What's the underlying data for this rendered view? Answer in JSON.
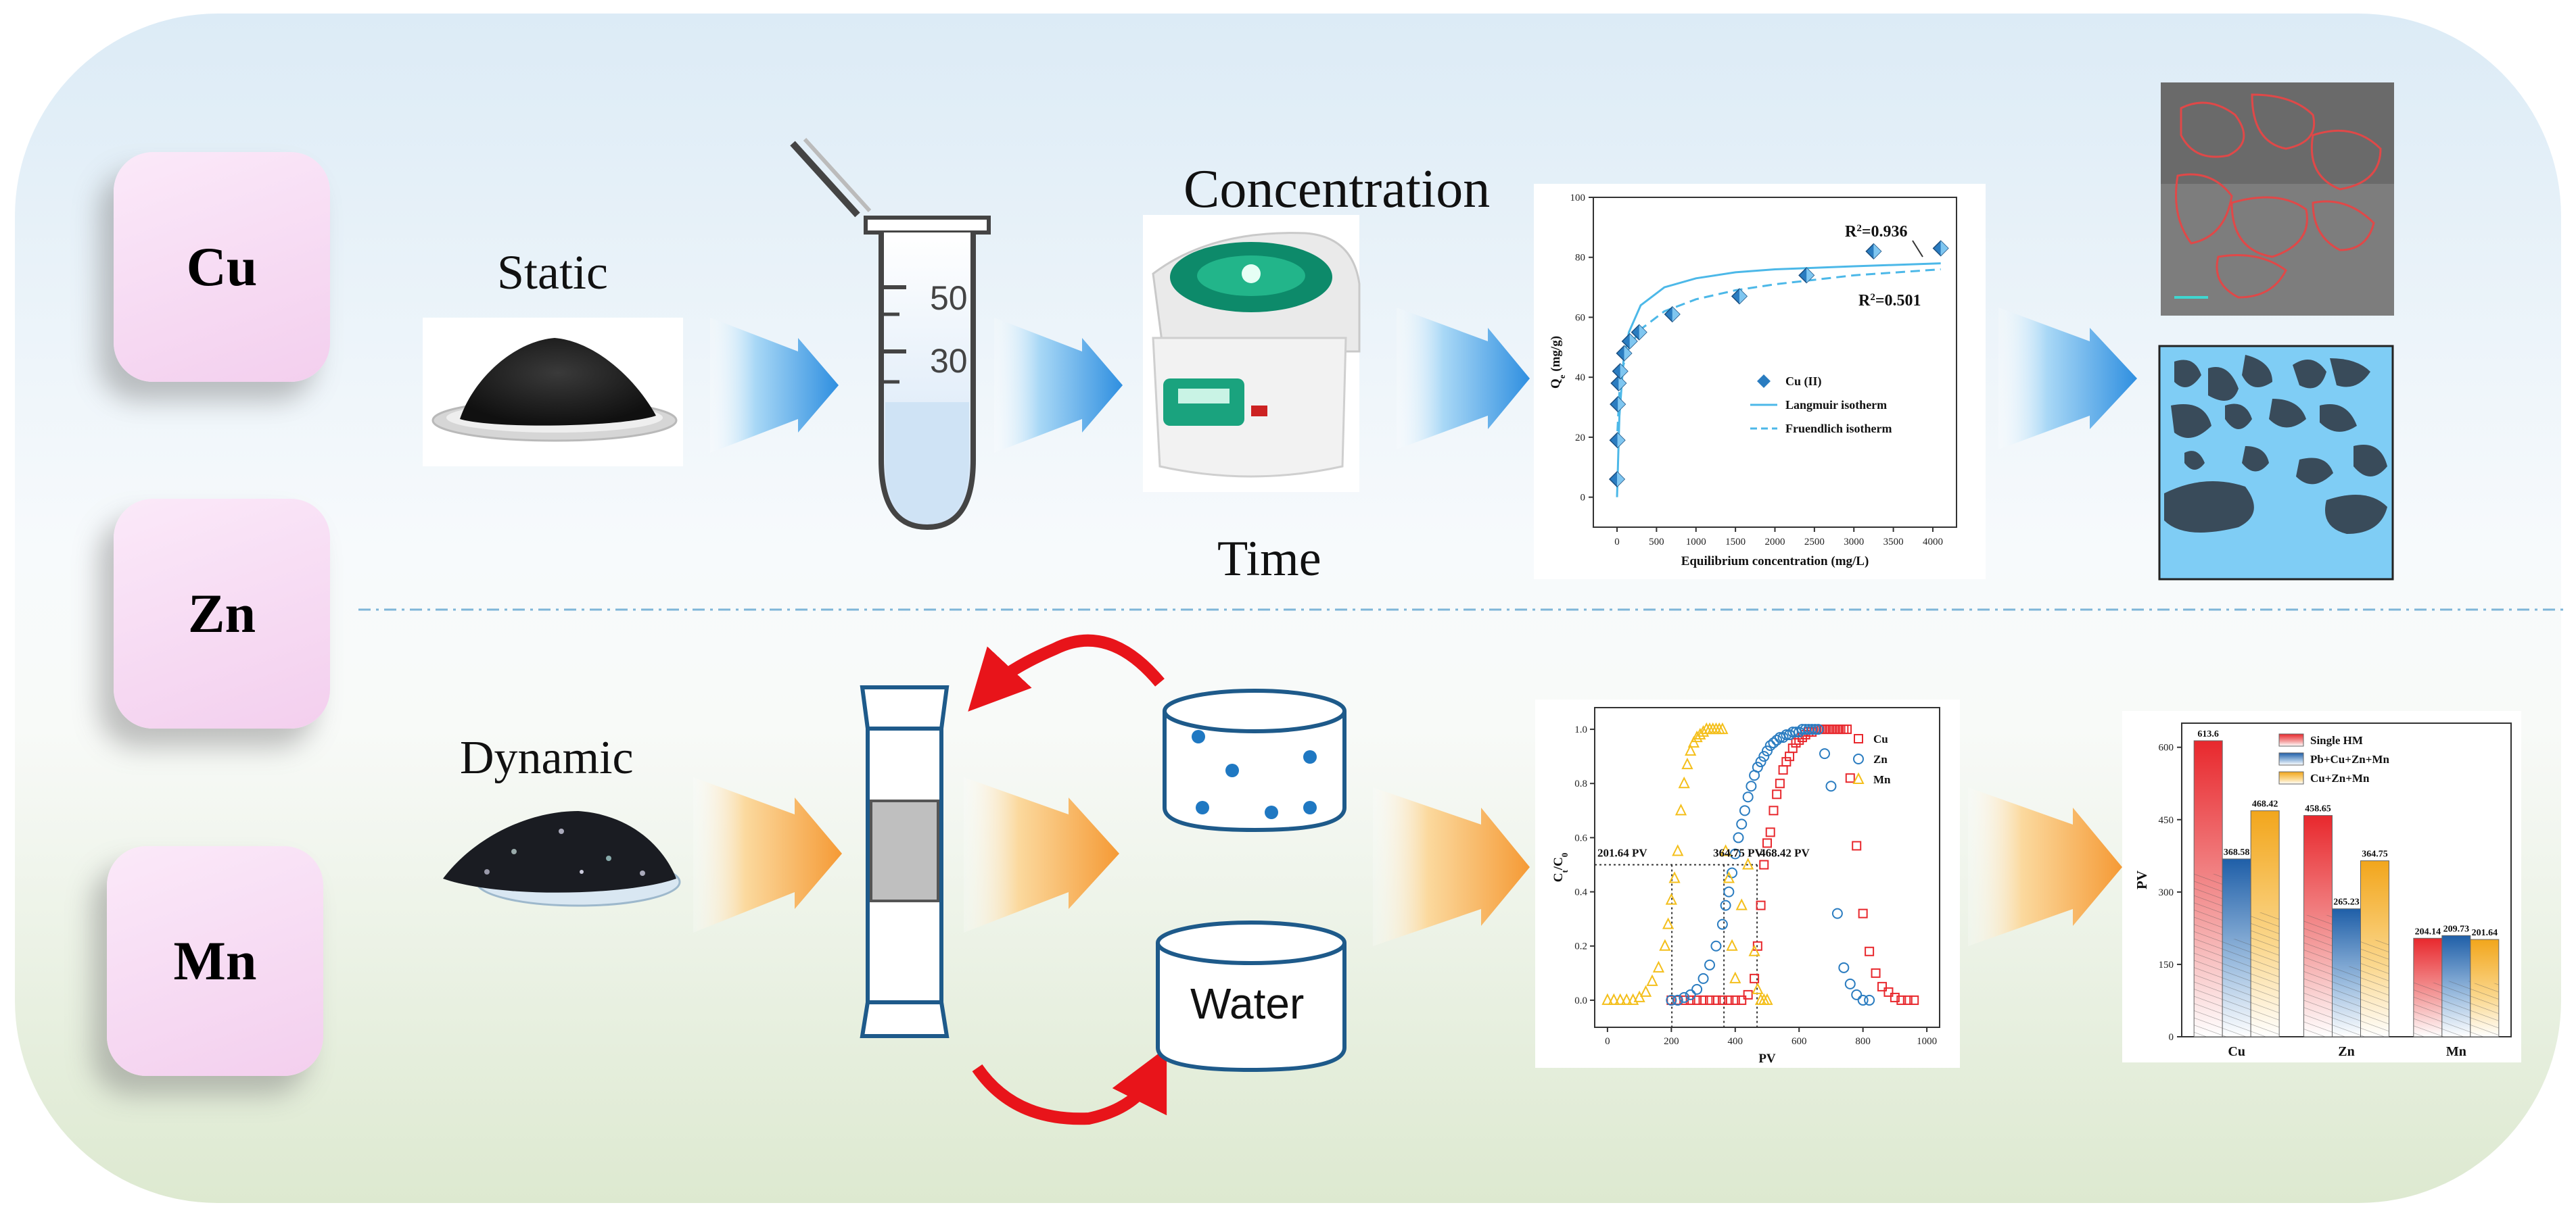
{
  "metals": [
    "Cu",
    "Zn",
    "Mn"
  ],
  "static_row": {
    "label": "Static",
    "tube_marks": [
      "50",
      "30"
    ],
    "above_centrifuge": "Concentration",
    "below_centrifuge": "Time"
  },
  "dynamic_row": {
    "label": "Dynamic",
    "container_label": "Water"
  },
  "isotherm_chart": {
    "chart_data": {
      "type": "scatter",
      "xlabel": "Equilibrium concentration (mg/L)",
      "ylabel": "Qe (mg/g)",
      "xlim": [
        -300,
        4300
      ],
      "ylim": [
        -10,
        100
      ],
      "x_ticks": [
        0,
        500,
        1000,
        1500,
        2000,
        2500,
        3000,
        3500,
        4000
      ],
      "y_ticks": [
        0,
        20,
        40,
        60,
        80,
        100
      ],
      "series": [
        {
          "name": "Cu (II)",
          "marker": "diamond",
          "x": [
            0,
            5,
            10,
            20,
            40,
            90,
            160,
            280,
            700,
            1550,
            2400,
            3250,
            4100
          ],
          "y": [
            6,
            19,
            31,
            38,
            42,
            48,
            52,
            55,
            61,
            67,
            74,
            82,
            83
          ]
        },
        {
          "name": "Langmuir isotherm",
          "line": "solid",
          "x": [
            0,
            30,
            80,
            150,
            300,
            600,
            1000,
            1500,
            2000,
            3000,
            4100
          ],
          "y": [
            0,
            27,
            45,
            55,
            64,
            70,
            73,
            75,
            76,
            77,
            78
          ]
        },
        {
          "name": "Fruendlich isotherm",
          "line": "dashed",
          "x": [
            5,
            30,
            80,
            150,
            300,
            600,
            1000,
            1500,
            2000,
            3000,
            4100
          ],
          "y": [
            22,
            35,
            44,
            50,
            56,
            62,
            66,
            69,
            71,
            74,
            76
          ]
        }
      ],
      "annotations": [
        "R²=0.936",
        "R²=0.501"
      ],
      "legend": "center-right"
    },
    "r2_a_main": "R",
    "r2_a_sup": "2",
    "r2_a_rest": "=0.936",
    "r2_b_main": "R",
    "r2_b_sup": "2",
    "r2_b_rest": "=0.501",
    "ylabel_main": "Q",
    "ylabel_sub": "e",
    "ylabel_rest": " (mg/g)"
  },
  "breakthrough_chart": {
    "chart_data": {
      "type": "scatter",
      "xlabel": "PV",
      "ylabel": "Ct/C0",
      "xlim": [
        -40,
        1040
      ],
      "ylim": [
        -0.1,
        1.08
      ],
      "x_ticks": [
        0,
        200,
        400,
        600,
        800,
        1000
      ],
      "y_ticks": [
        0.0,
        0.2,
        0.4,
        0.6,
        0.8,
        1.0
      ],
      "series": [
        {
          "name": "Cu",
          "marker": "square",
          "color": "#e8282d",
          "x": [
            200,
            220,
            240,
            260,
            280,
            300,
            320,
            340,
            360,
            380,
            400,
            420,
            440,
            460,
            470,
            480,
            490,
            500,
            510,
            520,
            530,
            540,
            550,
            560,
            570,
            580,
            590,
            600,
            610,
            620,
            630,
            640,
            650,
            660,
            670,
            680,
            690,
            700,
            710,
            720,
            730,
            740,
            750,
            760,
            780,
            800,
            820,
            840,
            860,
            880,
            900,
            920,
            940,
            960
          ],
          "y": [
            0.0,
            0.0,
            0.0,
            0.0,
            0.0,
            0.0,
            0.0,
            0.0,
            0.0,
            0.0,
            0.0,
            0.0,
            0.02,
            0.08,
            0.2,
            0.35,
            0.5,
            0.58,
            0.62,
            0.7,
            0.76,
            0.8,
            0.85,
            0.88,
            0.9,
            0.93,
            0.95,
            0.96,
            0.97,
            0.98,
            0.99,
            0.99,
            1.0,
            1.0,
            1.0,
            1.0,
            1.0,
            1.0,
            1.0,
            1.0,
            1.0,
            1.0,
            1.0,
            0.82,
            0.57,
            0.32,
            0.18,
            0.1,
            0.05,
            0.03,
            0.01,
            0.0,
            0.0,
            0.0
          ]
        },
        {
          "name": "Zn",
          "marker": "circle",
          "color": "#2a7cc0",
          "x": [
            200,
            220,
            240,
            260,
            280,
            300,
            320,
            340,
            360,
            370,
            380,
            390,
            400,
            410,
            420,
            430,
            440,
            450,
            460,
            470,
            480,
            490,
            500,
            510,
            520,
            530,
            540,
            550,
            560,
            570,
            580,
            590,
            600,
            610,
            620,
            630,
            640,
            650,
            660,
            680,
            700,
            720,
            740,
            760,
            780,
            800,
            820
          ],
          "y": [
            0.0,
            0.0,
            0.01,
            0.02,
            0.04,
            0.08,
            0.13,
            0.2,
            0.28,
            0.35,
            0.4,
            0.47,
            0.54,
            0.6,
            0.65,
            0.7,
            0.75,
            0.79,
            0.83,
            0.86,
            0.88,
            0.9,
            0.92,
            0.94,
            0.95,
            0.96,
            0.97,
            0.97,
            0.98,
            0.98,
            0.99,
            0.99,
            0.99,
            1.0,
            1.0,
            1.0,
            1.0,
            1.0,
            1.0,
            0.91,
            0.79,
            0.32,
            0.12,
            0.06,
            0.02,
            0.0,
            0.0
          ]
        },
        {
          "name": "Mn",
          "marker": "triangle",
          "color": "#f4bf1b",
          "x": [
            0,
            20,
            40,
            60,
            80,
            100,
            120,
            140,
            160,
            180,
            190,
            200,
            210,
            220,
            230,
            240,
            250,
            260,
            270,
            280,
            290,
            300,
            310,
            320,
            330,
            340,
            350,
            360,
            370,
            380,
            390,
            400,
            420,
            440,
            460,
            470,
            480,
            490,
            500
          ],
          "y": [
            0.0,
            0.0,
            0.0,
            0.0,
            0.0,
            0.01,
            0.03,
            0.07,
            0.12,
            0.2,
            0.28,
            0.37,
            0.45,
            0.55,
            0.7,
            0.8,
            0.87,
            0.92,
            0.95,
            0.97,
            0.98,
            0.99,
            1.0,
            1.0,
            1.0,
            1.0,
            1.0,
            1.0,
            0.55,
            0.45,
            0.2,
            0.08,
            0.35,
            0.5,
            0.18,
            0.04,
            0.0,
            0.0,
            0.0
          ]
        }
      ],
      "annotations": [
        {
          "text": "201.64 PV",
          "x": 201.64
        },
        {
          "text": "364.75 PV",
          "x": 364.75
        },
        {
          "text": "468.42 PV",
          "x": 468.42
        }
      ],
      "reference_y": 0.5,
      "legend": "top-right"
    },
    "ylabel_c": "C",
    "ylabel_t": "t",
    "ylabel_slash": "/C",
    "ylabel_0": "0"
  },
  "bar_chart": {
    "chart_data": {
      "type": "bar",
      "categories": [
        "Cu",
        "Zn",
        "Mn"
      ],
      "ylabel": "PV",
      "ylim": [
        0,
        650
      ],
      "y_ticks": [
        0,
        150,
        300,
        450,
        600
      ],
      "series": [
        {
          "name": "Single HM",
          "color": "#e8282d",
          "values": [
            613.6,
            458.65,
            204.14
          ]
        },
        {
          "name": "Pb+Cu+Zn+Mn",
          "color": "#2a6db5",
          "values": [
            368.58,
            265.23,
            209.73
          ]
        },
        {
          "name": "Cu+Zn+Mn",
          "color": "#f2a61c",
          "values": [
            468.42,
            364.75,
            201.64
          ]
        }
      ],
      "value_labels": [
        [
          "613.6",
          "368.58",
          "468.42"
        ],
        [
          "458.65",
          "265.23",
          "364.75"
        ],
        [
          "204.14",
          "209.73",
          "201.64"
        ]
      ],
      "legend": "top-center"
    }
  },
  "colors": {
    "static_arrow": "#2f8fe0",
    "dynamic_arrow": "#f59a35",
    "recycle_arrow": "#e8141a",
    "column_outline": "#1e5a8a",
    "tem_background": "#7fcdf5"
  },
  "icons": [
    "powder-pile-icon",
    "test-tube-icon",
    "centrifuge-icon",
    "tem-image-icon",
    "segmentation-map-icon",
    "column-icon",
    "beaker-icon",
    "water-tank-icon",
    "recycle-arrow-icon",
    "granule-pile-icon"
  ]
}
